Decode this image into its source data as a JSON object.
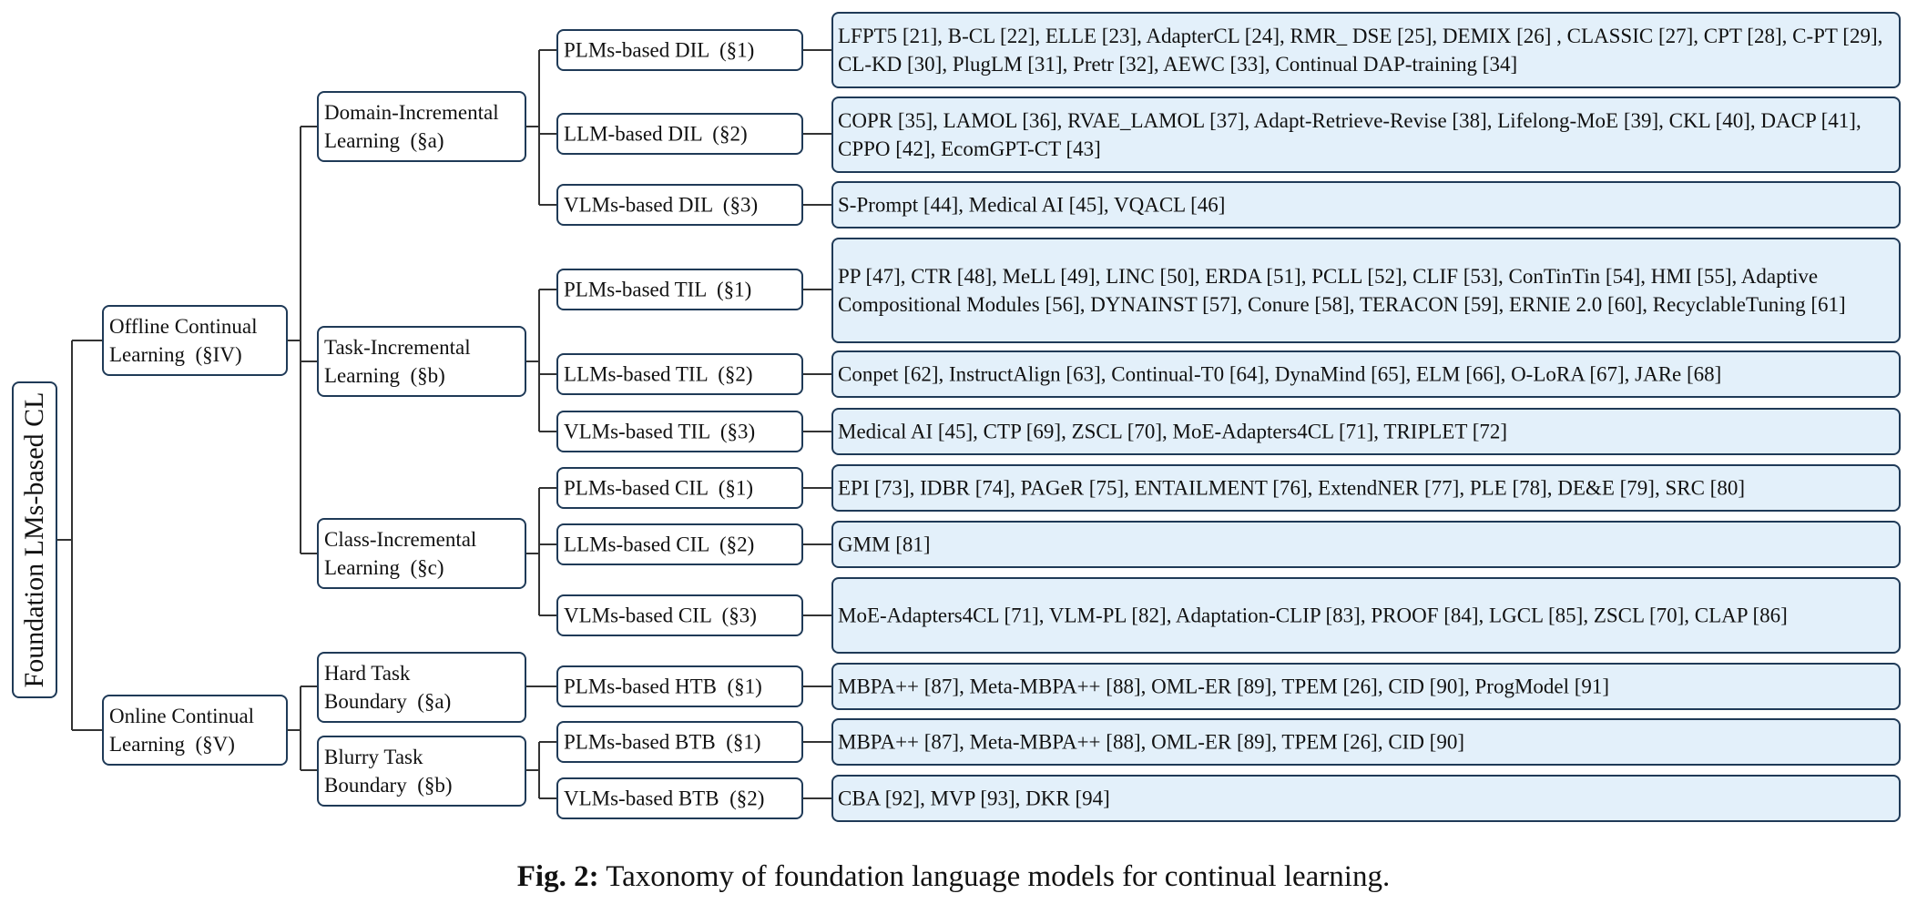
{
  "root": "Foundation LMs-based CL",
  "level1": [
    {
      "text": "Offline Continual\nLearning  (§IV)"
    },
    {
      "text": "Online Continual\nLearning  (§V)"
    }
  ],
  "level2": [
    {
      "text": "Domain-Incremental\nLearning  (§a)"
    },
    {
      "text": "Task-Incremental\nLearning  (§b)"
    },
    {
      "text": "Class-Incremental\nLearning  (§c)"
    },
    {
      "text": "Hard Task\nBoundary  (§a)"
    },
    {
      "text": "Blurry Task\nBoundary  (§b)"
    }
  ],
  "level3": [
    {
      "text": "PLMs-based DIL  (§1)"
    },
    {
      "text": "LLM-based DIL  (§2)"
    },
    {
      "text": "VLMs-based DIL  (§3)"
    },
    {
      "text": "PLMs-based TIL  (§1)"
    },
    {
      "text": "LLMs-based TIL  (§2)"
    },
    {
      "text": "VLMs-based TIL  (§3)"
    },
    {
      "text": "PLMs-based CIL  (§1)"
    },
    {
      "text": "LLMs-based CIL  (§2)"
    },
    {
      "text": "VLMs-based CIL  (§3)"
    },
    {
      "text": "PLMs-based HTB  (§1)"
    },
    {
      "text": "PLMs-based BTB  (§1)"
    },
    {
      "text": "VLMs-based BTB  (§2)"
    }
  ],
  "leaves": [
    {
      "text": "LFPT5 [21], B-CL [22], ELLE [23], AdapterCL [24], RMR_ DSE [25], DEMIX [26] , CLASSIC [27], CPT [28], C-PT [29], CL-KD [30], PlugLM [31], Pretr [32], AEWC [33], Continual DAP-training [34]"
    },
    {
      "text": "COPR [35], LAMOL [36], RVAE_LAMOL [37], Adapt-Retrieve-Revise [38], Lifelong-MoE [39], CKL [40], DACP [41], CPPO [42], EcomGPT-CT [43]"
    },
    {
      "text": "S-Prompt [44], Medical AI [45], VQACL [46]"
    },
    {
      "text": "PP [47], CTR [48], MeLL [49], LINC [50], ERDA [51], PCLL [52], CLIF [53], ConTinTin [54], HMI [55], Adaptive Compositional Modules [56], DYNAINST [57], Conure [58], TERACON [59], ERNIE 2.0 [60], RecyclableTuning [61]"
    },
    {
      "text": "Conpet [62], InstructAlign [63], Continual-T0 [64], DynaMind [65], ELM [66], O-LoRA [67], JARe [68]"
    },
    {
      "text": "Medical AI [45], CTP [69], ZSCL [70], MoE-Adapters4CL [71], TRIPLET [72]"
    },
    {
      "text": "EPI [73], IDBR [74], PAGeR [75], ENTAILMENT [76], ExtendNER [77], PLE [78], DE&E [79], SRC [80]"
    },
    {
      "text": "GMM [81]"
    },
    {
      "text": "MoE-Adapters4CL [71], VLM-PL [82], Adaptation-CLIP [83], PROOF [84], LGCL [85], ZSCL [70], CLAP [86]"
    },
    {
      "text": "MBPA++ [87], Meta-MBPA++ [88], OML-ER [89], TPEM [26], CID [90], ProgModel [91]"
    },
    {
      "text": "MBPA++ [87], Meta-MBPA++ [88], OML-ER [89], TPEM [26], CID [90]"
    },
    {
      "text": "CBA [92], MVP [93], DKR [94]"
    }
  ],
  "caption": {
    "label": "Fig. 2:",
    "text": "Taxonomy of foundation language models for continual learning."
  }
}
